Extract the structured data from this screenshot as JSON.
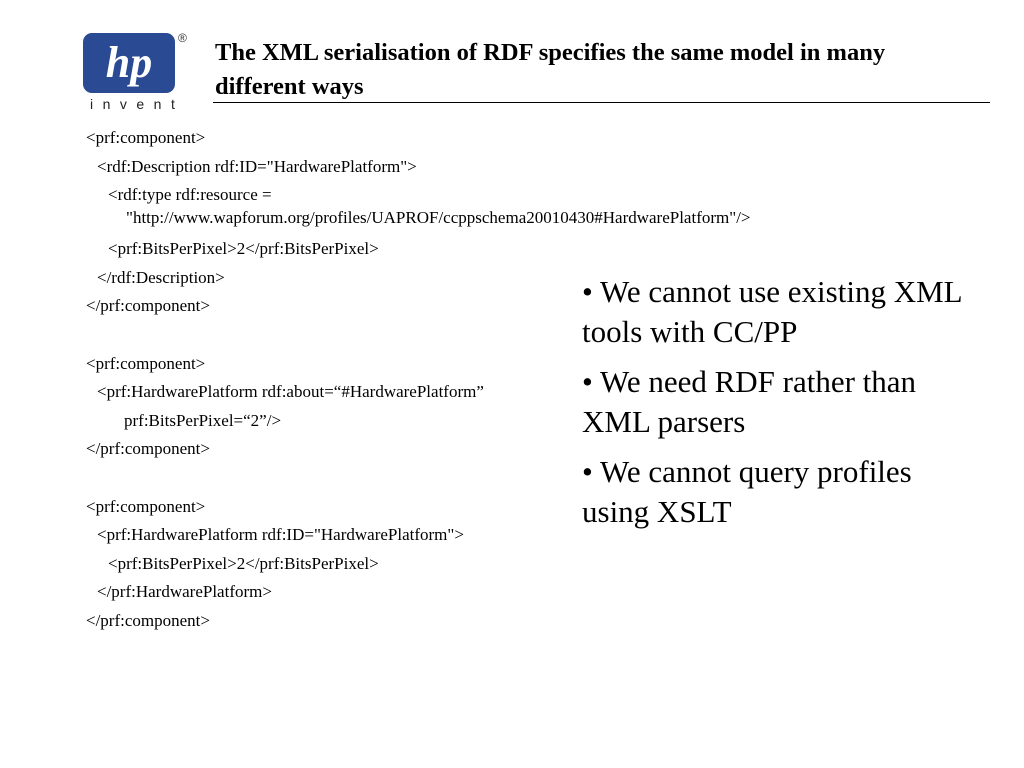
{
  "brand": {
    "logo_letters": "hp",
    "registered_mark": "®",
    "tagline": "invent",
    "color": "#2a4a94"
  },
  "slide": {
    "title": "The XML serialisation of RDF specifies the same model in many different ways"
  },
  "code_lines": [
    {
      "indent": 0,
      "text": "<prf:component>"
    },
    {
      "indent": 1,
      "text": "<rdf:Description rdf:ID=\"HardwarePlatform\">"
    },
    {
      "indent": 2,
      "text": "<rdf:type  rdf:resource =",
      "continuation": "\"http://www.wapforum.org/profiles/UAPROF/ccppschema20010430#HardwarePlatform\"/>"
    },
    {
      "indent": 2,
      "text": "<prf:BitsPerPixel>2</prf:BitsPerPixel>"
    },
    {
      "indent": 1,
      "text": "</rdf:Description>"
    },
    {
      "indent": 0,
      "text": "</prf:component>"
    },
    {
      "indent": 0,
      "text": ""
    },
    {
      "indent": 0,
      "text": "<prf:component>"
    },
    {
      "indent": 1,
      "text": "<prf:HardwarePlatform rdf:about=“#HardwarePlatform”"
    },
    {
      "indent": 3,
      "text": "prf:BitsPerPixel=“2”/>"
    },
    {
      "indent": 0,
      "text": "</prf:component>"
    },
    {
      "indent": 0,
      "text": ""
    },
    {
      "indent": 0,
      "text": "<prf:component>"
    },
    {
      "indent": 1,
      "text": "<prf:HardwarePlatform rdf:ID=\"HardwarePlatform\">"
    },
    {
      "indent": 2,
      "text": "<prf:BitsPerPixel>2</prf:BitsPerPixel>"
    },
    {
      "indent": 1,
      "text": "</prf:HardwarePlatform>"
    },
    {
      "indent": 0,
      "text": "</prf:component>"
    }
  ],
  "bullets": [
    "• We cannot use existing XML tools with CC/PP",
    "• We need RDF rather than XML parsers",
    "• We cannot query profiles using XSLT"
  ]
}
